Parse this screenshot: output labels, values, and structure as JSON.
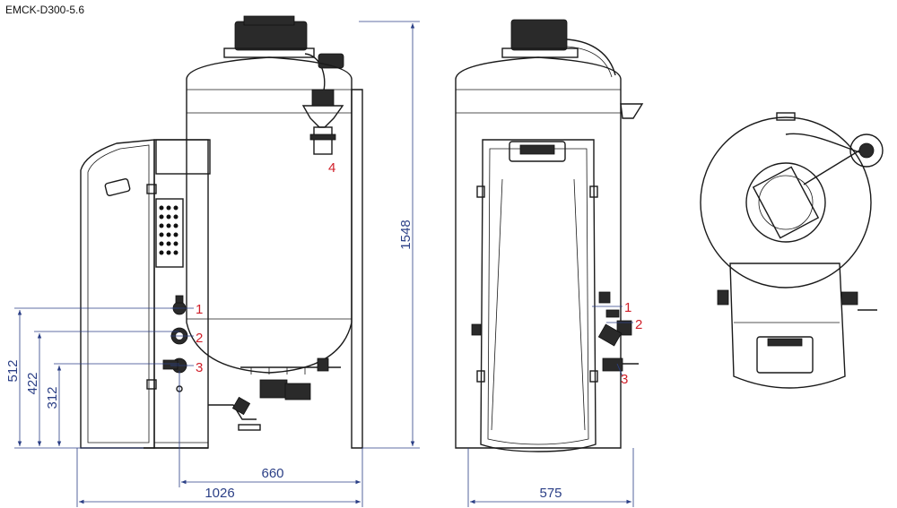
{
  "title": "EMCK-D300-5.6",
  "dimensions": {
    "total_height": "1548",
    "height_1": "512",
    "height_2": "422",
    "height_3": "312",
    "depth_inner": "660",
    "depth_total": "1026",
    "width_front": "575"
  },
  "callouts": {
    "side": [
      "1",
      "2",
      "3",
      "4"
    ],
    "front": [
      "1",
      "2",
      "3"
    ]
  },
  "colors": {
    "dimension": "#2b3f86",
    "callout": "#d0202a",
    "outline": "#1a1a1a"
  }
}
